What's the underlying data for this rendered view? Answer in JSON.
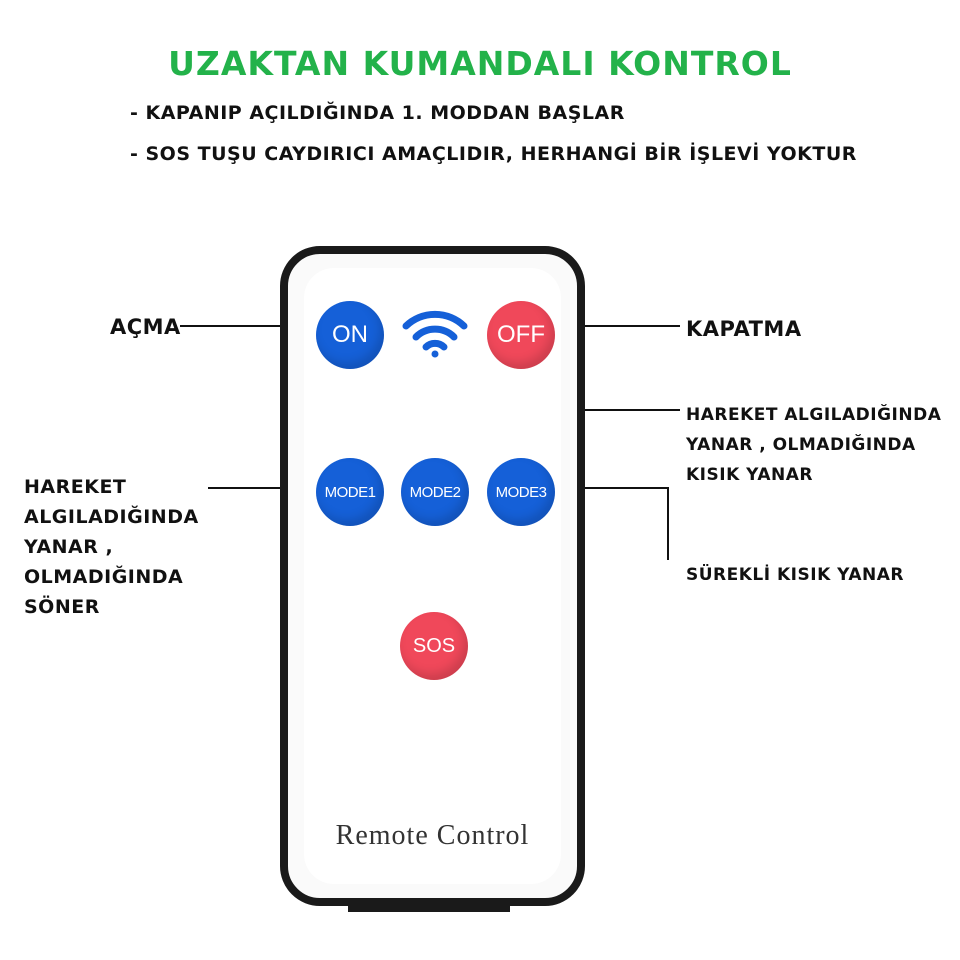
{
  "header": {
    "title": "UZAKTAN KUMANDALI KONTROL",
    "notes": [
      "- KAPANIP AÇILDIĞINDA 1. MODDAN BAŞLAR",
      "- SOS TUŞU CAYDIRICI AMAÇLIDIR, HERHANGİ BİR İŞLEVİ YOKTUR"
    ]
  },
  "labels": {
    "on": "AÇMA",
    "off": "KAPATMA",
    "mode1": [
      "HAREKET",
      "ALGILADIĞINDA",
      "YANAR ,",
      "OLMADIĞINDA",
      "SÖNER"
    ],
    "mode2": [
      "HAREKET ALGILADIĞINDA",
      "YANAR , OLMADIĞINDA",
      "KISIK YANAR"
    ],
    "mode3": "SÜREKLİ KISIK YANAR"
  },
  "remote": {
    "buttons": {
      "on": "ON",
      "off": "OFF",
      "mode1": "MODE1",
      "mode2": "MODE2",
      "mode3": "MODE3",
      "sos": "SOS"
    },
    "caption": "Remote Control",
    "wifi_icon": "wifi-icon"
  },
  "colors": {
    "title": "#23b24a",
    "blue_button": "#1560d8",
    "red_button": "#f0485a"
  }
}
